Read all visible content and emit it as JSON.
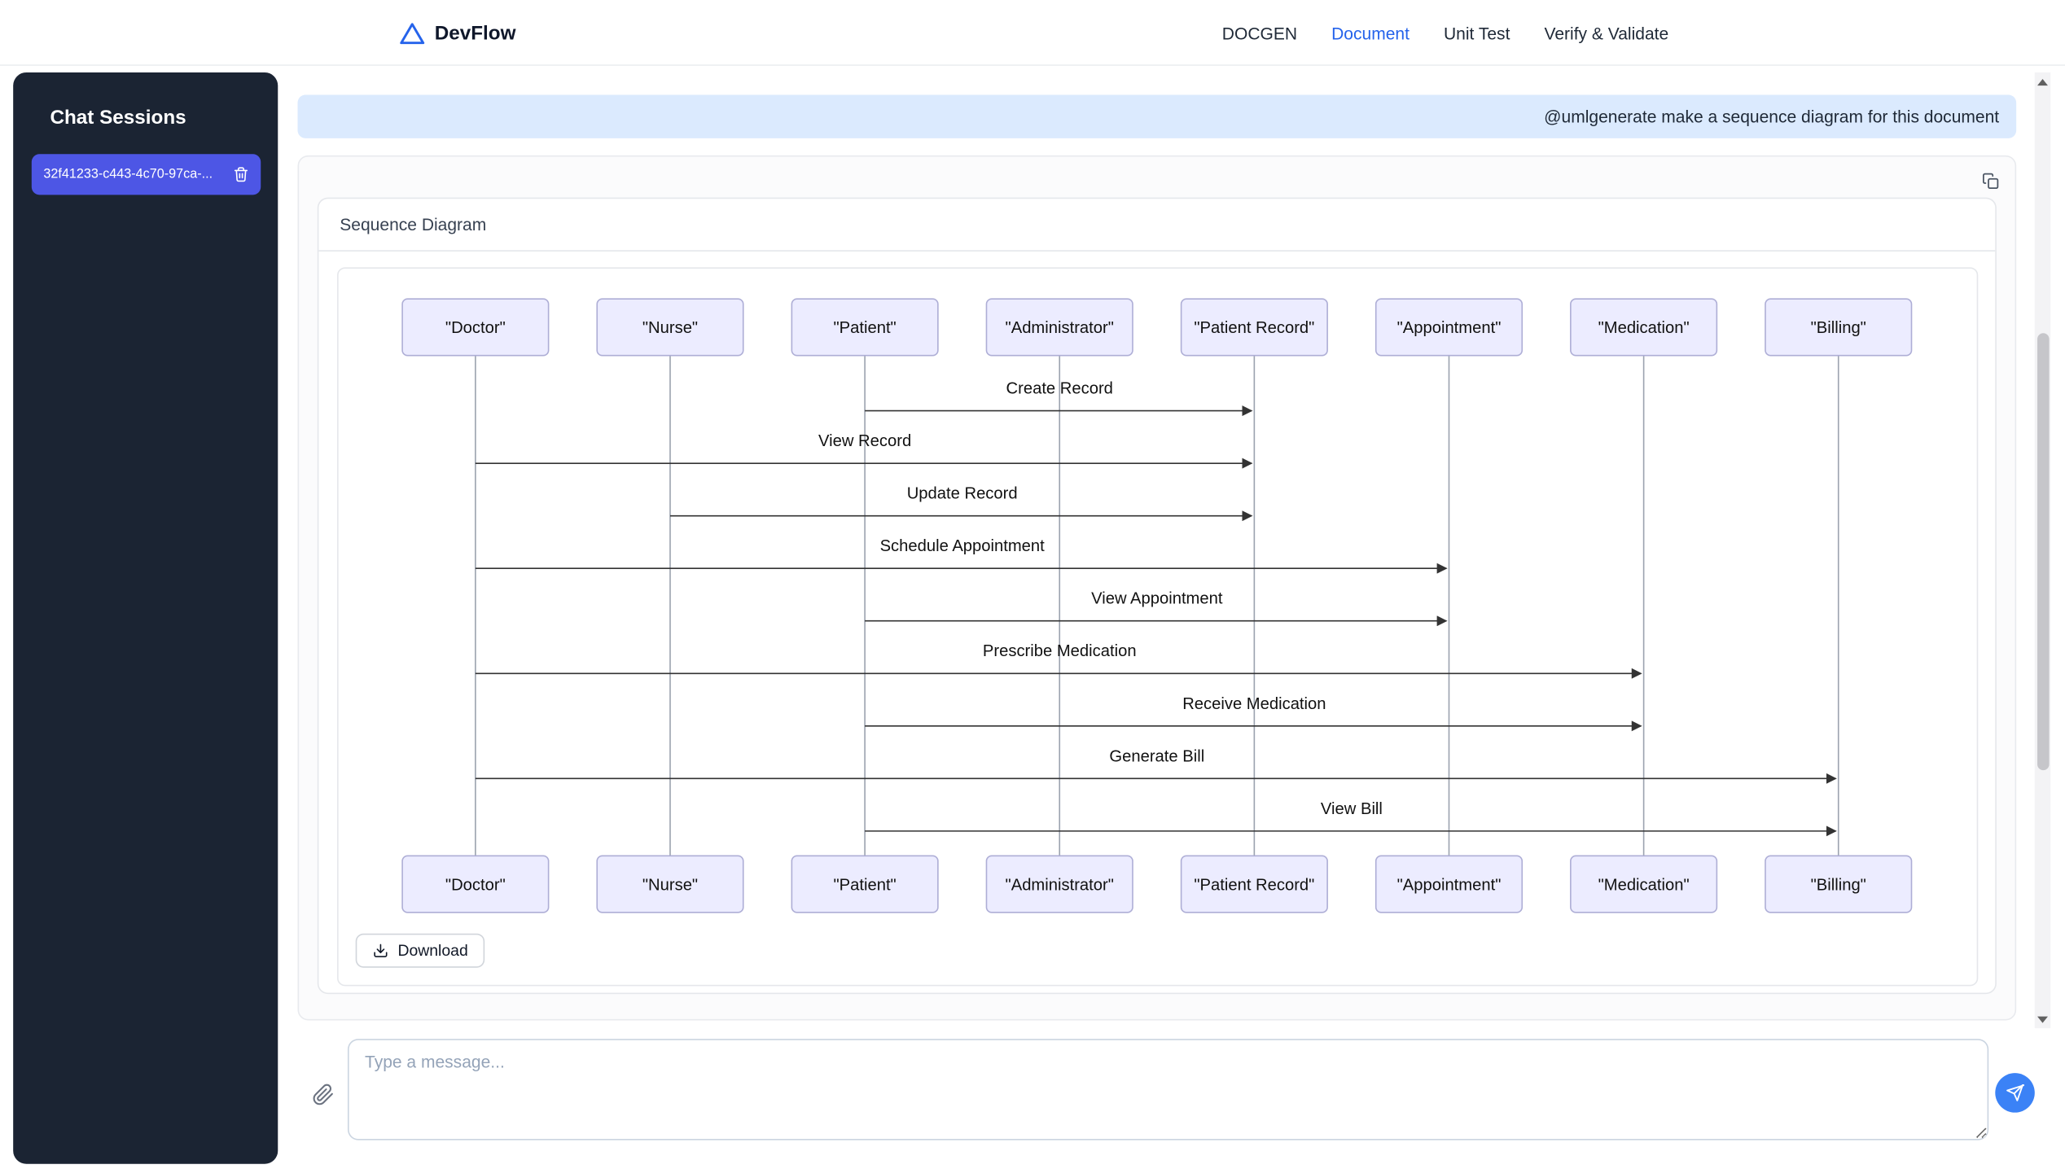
{
  "header": {
    "brand": "DevFlow",
    "nav": [
      {
        "label": "DOCGEN",
        "active": false
      },
      {
        "label": "Document",
        "active": true
      },
      {
        "label": "Unit Test",
        "active": false
      },
      {
        "label": "Verify & Validate",
        "active": false
      }
    ]
  },
  "sidebar": {
    "title": "Chat Sessions",
    "sessions": [
      {
        "label": "32f41233-c443-4c70-97ca-..."
      }
    ]
  },
  "chat": {
    "user_message": "@umlgenerate make a sequence diagram for this document",
    "input_placeholder": "Type a message...",
    "download_label": "Download"
  },
  "diagram": {
    "title": "Sequence Diagram",
    "actors": [
      "\"Doctor\"",
      "\"Nurse\"",
      "\"Patient\"",
      "\"Administrator\"",
      "\"Patient Record\"",
      "\"Appointment\"",
      "\"Medication\"",
      "\"Billing\""
    ],
    "messages": [
      {
        "from": 2,
        "to": 4,
        "label": "Create Record"
      },
      {
        "from": 0,
        "to": 4,
        "label": "View Record"
      },
      {
        "from": 1,
        "to": 4,
        "label": "Update Record"
      },
      {
        "from": 0,
        "to": 5,
        "label": "Schedule Appointment"
      },
      {
        "from": 2,
        "to": 5,
        "label": "View Appointment"
      },
      {
        "from": 0,
        "to": 6,
        "label": "Prescribe Medication"
      },
      {
        "from": 2,
        "to": 6,
        "label": "Receive Medication"
      },
      {
        "from": 0,
        "to": 7,
        "label": "Generate Bill"
      },
      {
        "from": 2,
        "to": 7,
        "label": "View Bill"
      }
    ],
    "colors": {
      "actor_fill": "#ECECFF",
      "actor_border": "#aeaed6",
      "lifeline": "#9ca3af",
      "line": "#333333",
      "label": "#111111"
    }
  },
  "colors": {
    "accent": "#2563eb",
    "session_active": "#4d56e5",
    "user_bubble": "#dbeafe",
    "send_button": "#3b82f6",
    "sidebar_bg": "#1b2433"
  }
}
